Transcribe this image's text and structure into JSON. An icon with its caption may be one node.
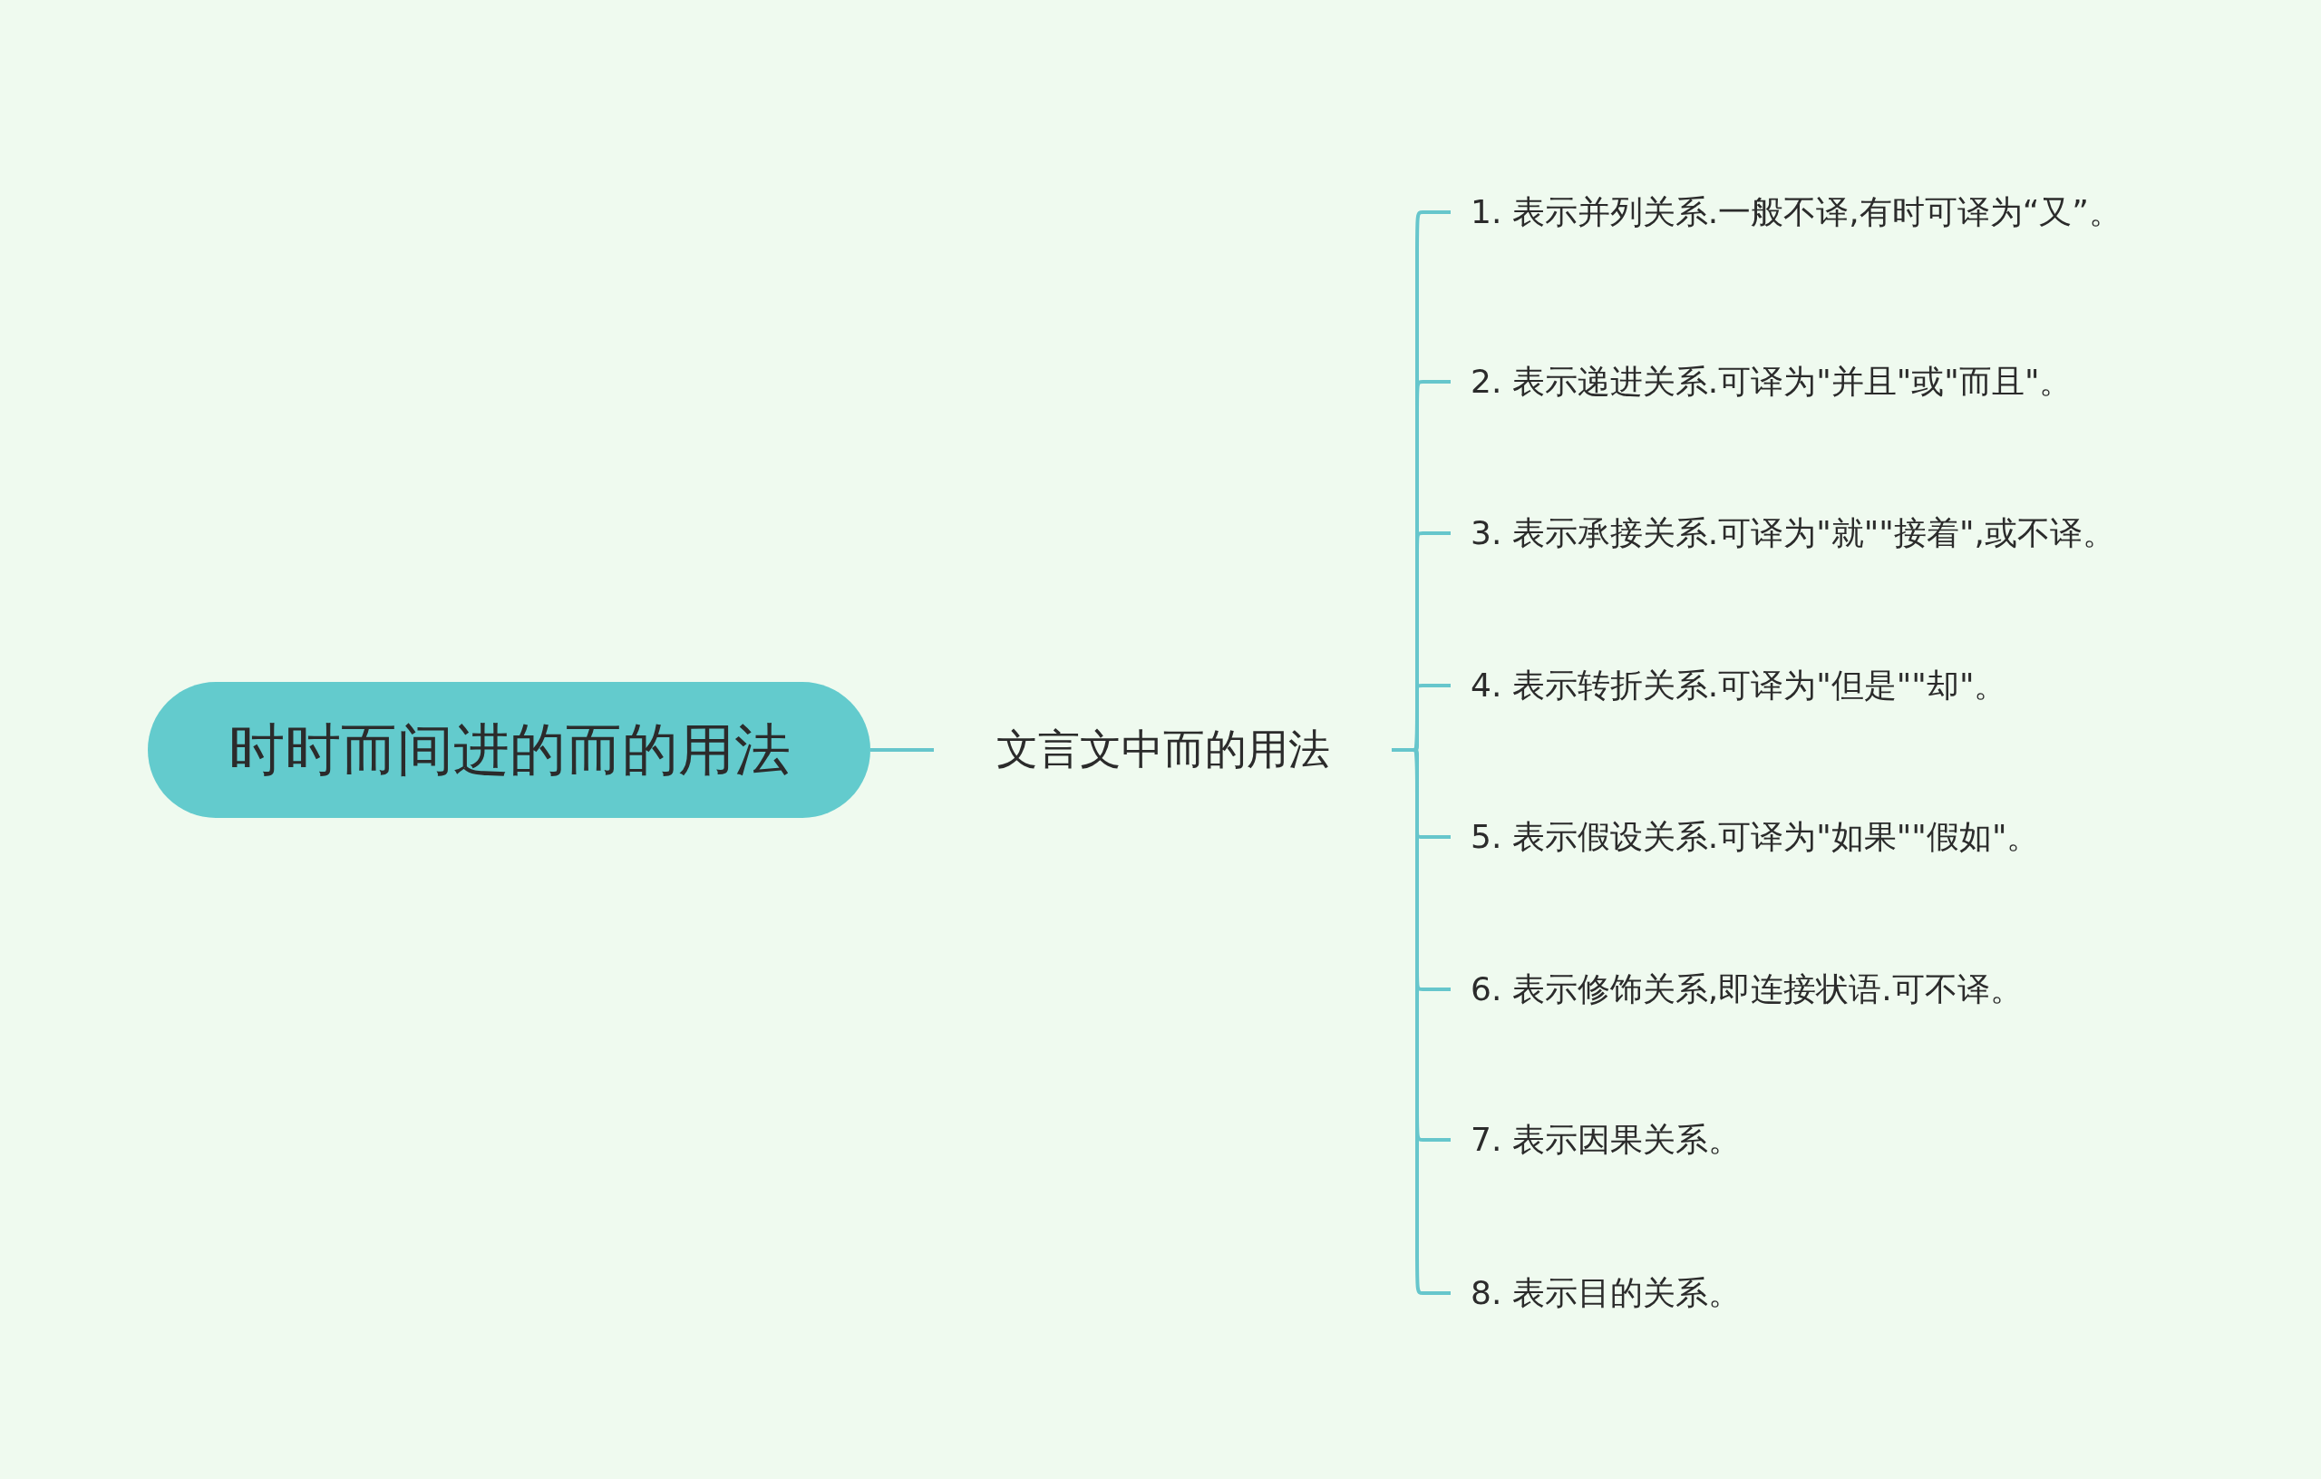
{
  "diagram": {
    "nodes": [
      {
        "text": [
          "时时而间进的而的用法"
        ]
      },
      {
        "text": [
          "文言文中而的用法"
        ]
      },
      {
        "text": [
          "1.  表示并列关系.一般不译,有时可译为“又”。"
        ]
      },
      {
        "text": [
          "2.  表示递进关系.可译为\"并且\"或\"而且\"。"
        ]
      },
      {
        "text": [
          "3.  表示承接关系.可译为\"就\"\"接着\",或不译。"
        ]
      },
      {
        "text": [
          "4.  表示转折关系.可译为\"但是\"\"却\"。"
        ]
      },
      {
        "text": [
          "5.  表示假设关系.可译为\"如果\"\"假如\"。"
        ]
      },
      {
        "text": [
          "6.  表示修饰关系,即连接状语.可不译。"
        ]
      },
      {
        "text": [
          "7.  表示因果关系。"
        ]
      },
      {
        "text": [
          "8.  表示目的关系。"
        ]
      }
    ],
    "edges": [
      {
        "from": 0,
        "to": 1,
        "arrow": "none"
      },
      {
        "from": 1,
        "to": 2,
        "arrow": "none"
      },
      {
        "from": 1,
        "to": 3,
        "arrow": "none"
      },
      {
        "from": 1,
        "to": 4,
        "arrow": "none"
      },
      {
        "from": 1,
        "to": 5,
        "arrow": "none"
      },
      {
        "from": 1,
        "to": 6,
        "arrow": "none"
      },
      {
        "from": 1,
        "to": 7,
        "arrow": "none"
      },
      {
        "from": 1,
        "to": 8,
        "arrow": "none"
      },
      {
        "from": 1,
        "to": 9,
        "arrow": "none"
      }
    ]
  }
}
